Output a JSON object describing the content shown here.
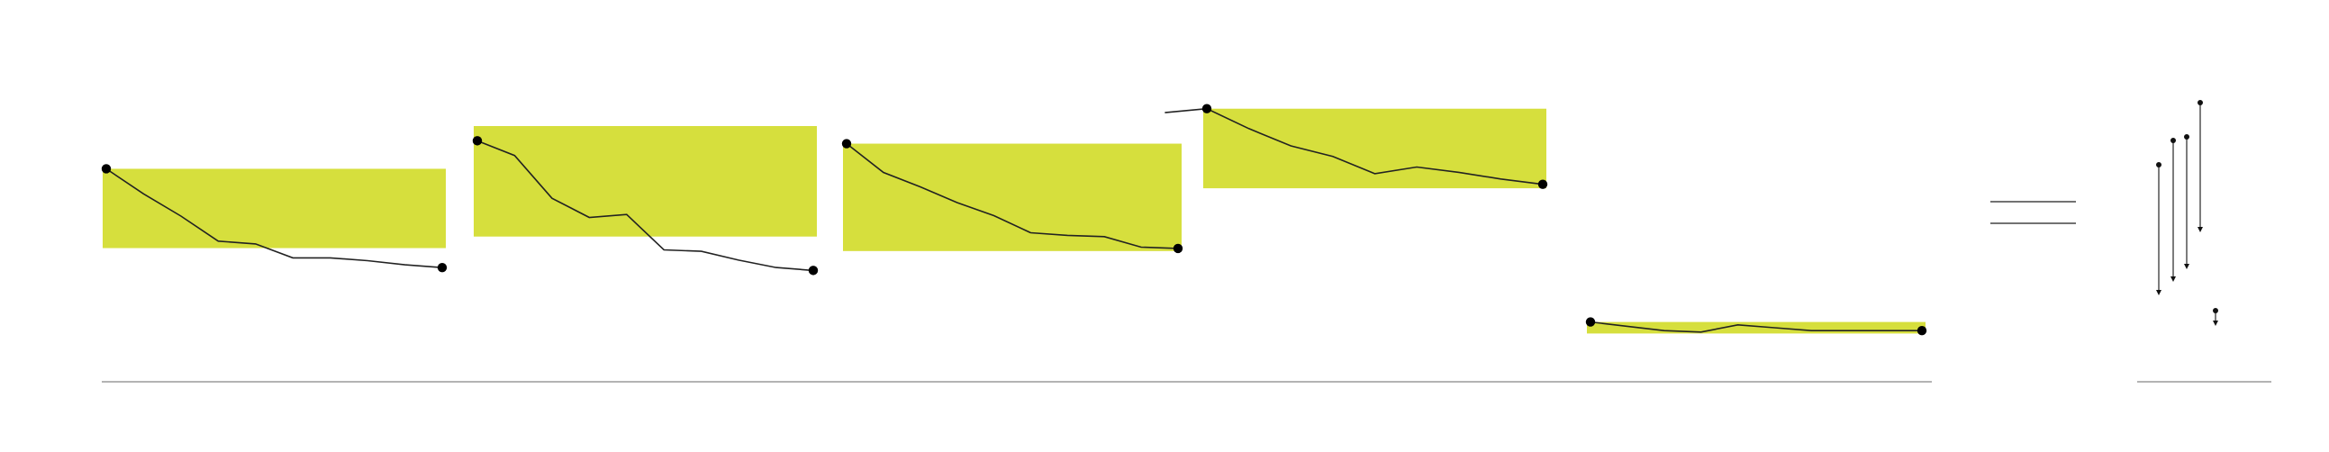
{
  "theme": {
    "band_color": "#d6df3d",
    "line_color": "#222222",
    "dot_color": "#000000",
    "baseline_color": "#9a9a9a"
  },
  "chart_data": {
    "type": "line",
    "title": "",
    "xlabel": "",
    "ylabel": "",
    "grid": false,
    "legend": "none",
    "panels": [
      {
        "name": "",
        "x": [
          0,
          1,
          2,
          3,
          4,
          5,
          6,
          7,
          8,
          9
        ],
        "values": [
          100,
          82,
          66,
          48,
          46,
          36,
          36,
          34,
          31,
          29
        ],
        "ylim": [
          0,
          110
        ],
        "band": [
          43,
          100
        ]
      },
      {
        "name": "",
        "x": [
          0,
          1,
          2,
          3,
          4,
          5,
          6,
          7,
          8,
          9
        ],
        "values": [
          100,
          90,
          61,
          48,
          50,
          26,
          25,
          19,
          14,
          12
        ],
        "ylim": [
          0,
          110
        ],
        "band": [
          35,
          110
        ]
      },
      {
        "name": "",
        "x": [
          0,
          1,
          2,
          3,
          4,
          5,
          6,
          7,
          8,
          9
        ],
        "values": [
          100,
          78,
          67,
          55,
          45,
          32,
          30,
          29,
          21,
          20
        ],
        "ylim": [
          0,
          110
        ],
        "band": [
          18,
          100
        ]
      },
      {
        "name": "",
        "x": [
          -1,
          0,
          1,
          2,
          3,
          4,
          5,
          6,
          7,
          8
        ],
        "values": [
          97,
          100,
          85,
          72,
          64,
          51,
          56,
          52,
          47,
          43
        ],
        "ylim": [
          0,
          110
        ],
        "band": [
          40,
          100
        ]
      },
      {
        "name": "",
        "x": [
          0,
          1,
          2,
          3,
          4,
          5,
          6,
          7,
          8,
          9
        ],
        "values": [
          14,
          11,
          8,
          7,
          12,
          10,
          8,
          8,
          8,
          8
        ],
        "ylim": [
          0,
          50
        ],
        "band": [
          6,
          14
        ]
      }
    ]
  },
  "legend_glyphs": {
    "double_rule": true,
    "arrow_count": 5
  }
}
